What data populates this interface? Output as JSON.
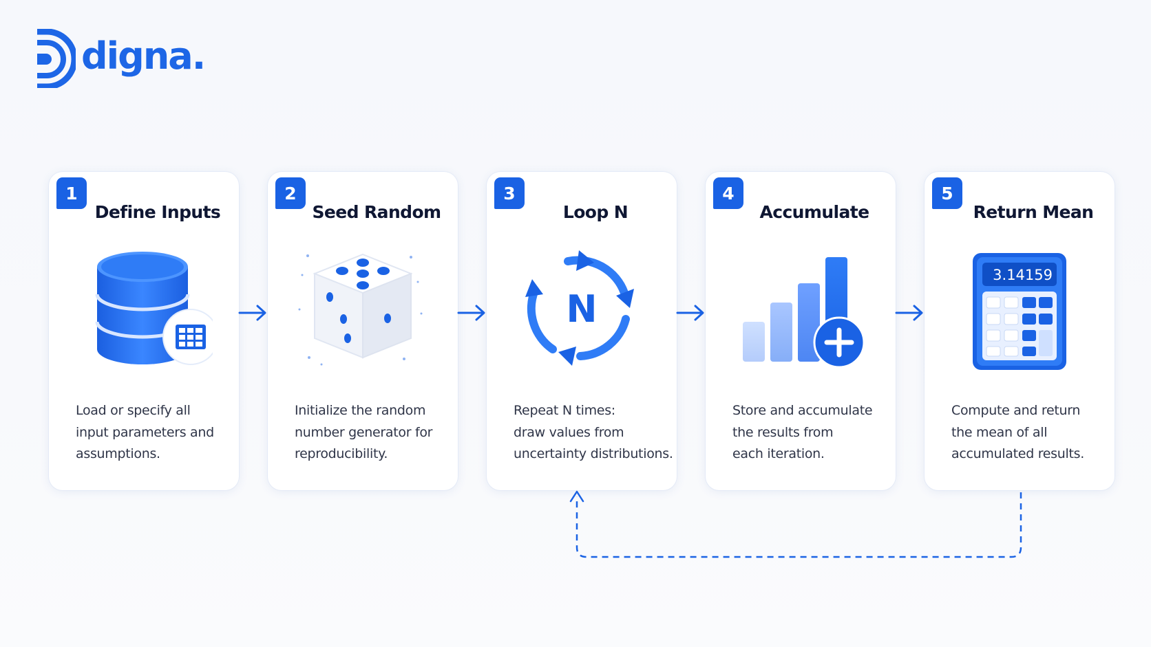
{
  "brand": {
    "name": "digna."
  },
  "colors": {
    "accent": "#1a62e4",
    "title": "#0f1733",
    "text": "#2f3548"
  },
  "steps": [
    {
      "number": "1",
      "title": "Define Inputs",
      "icon": "database-table-icon",
      "desc": [
        "Load or specify all",
        "input parameters and",
        "assumptions."
      ]
    },
    {
      "number": "2",
      "title": "Seed Random",
      "icon": "dice-icon",
      "desc": [
        "Initialize the random",
        "number generator for",
        "reproducibility."
      ]
    },
    {
      "number": "3",
      "title": "Loop N",
      "icon": "loop-n-icon",
      "icon_label": "N",
      "desc": [
        "Repeat N times:",
        "draw values from",
        "uncertainty distributions."
      ]
    },
    {
      "number": "4",
      "title": "Accumulate",
      "icon": "bar-chart-plus-icon",
      "desc": [
        "Store and accumulate",
        "the results from",
        "each iteration."
      ]
    },
    {
      "number": "5",
      "title": "Return Mean",
      "icon": "calculator-icon",
      "icon_label": "3.14159",
      "desc": [
        "Compute and return",
        "the mean of all",
        "accumulated results."
      ]
    }
  ]
}
